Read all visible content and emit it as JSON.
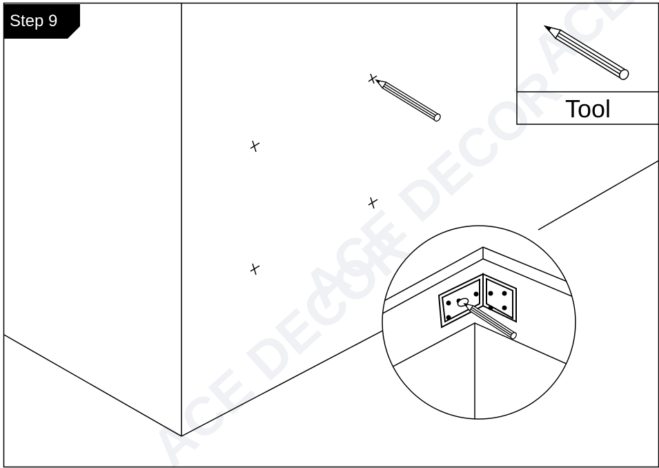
{
  "step_label": "Step 9",
  "tool_box": {
    "label": "Tool",
    "icon": "pencil-icon"
  },
  "watermark": {
    "text": "ACE DECOR",
    "color": "#eef0f3"
  },
  "colors": {
    "line": "#000000",
    "label_background": "#000000",
    "label_text": "#ffffff"
  },
  "marks": [
    {
      "id": "mark-top-pencil"
    },
    {
      "id": "mark-upper-left"
    },
    {
      "id": "mark-middle"
    },
    {
      "id": "mark-lower-left"
    }
  ]
}
